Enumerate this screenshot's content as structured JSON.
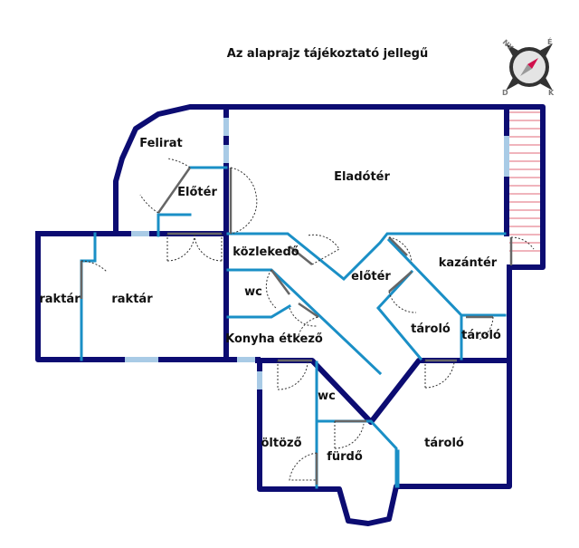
{
  "title": "Az alaprajz tájékoztató jellegű",
  "compass": {
    "nw": "NY",
    "ne": "É",
    "sw": "D",
    "se": "K",
    "needle_color": "#d0104c"
  },
  "colors": {
    "outer_wall": "#0c0c72",
    "inner_wall": "#1a8fc6"
  },
  "rooms": {
    "felirat": "Felirat",
    "eloter1": "Előtér",
    "eladoter": "Eladótér",
    "kozlekedo": "közlekedő",
    "eloter2": "előtér",
    "kazanter": "kazántér",
    "raktar1": "raktár",
    "raktar2": "raktár",
    "wc1": "wc",
    "taroló1": "tároló",
    "taroló2": "tároló",
    "konyha": "Konyha étkező",
    "wc2": "wc",
    "oltozo": "öltöző",
    "furdo": "fürdő",
    "taroló3": "tároló"
  }
}
